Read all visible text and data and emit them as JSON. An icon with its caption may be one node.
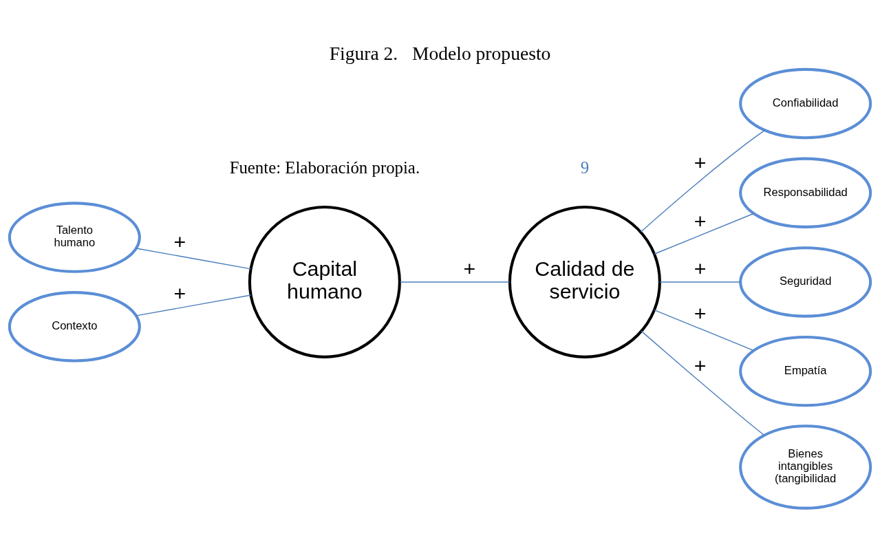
{
  "diagram": {
    "title": "Figura 2.   Modelo propuesto",
    "nodes": [
      {
        "text": [
          "Talento humano"
        ]
      },
      {
        "text": [
          "Contexto"
        ]
      },
      {
        "text": [
          "Capital humano"
        ]
      },
      {
        "text": [
          "Calidad de servicio"
        ]
      },
      {
        "text": [
          "Confiabilidad"
        ]
      },
      {
        "text": [
          "Responsabilidad"
        ]
      },
      {
        "text": [
          "Seguridad"
        ]
      },
      {
        "text": [
          "Empatía"
        ]
      },
      {
        "text": [
          "Bienes intangibles (tangibilidad"
        ]
      }
    ],
    "edges": [
      {
        "from": 0,
        "to": 2,
        "arrow": "none",
        "label": "+"
      },
      {
        "from": 1,
        "to": 2,
        "arrow": "none",
        "label": "+"
      },
      {
        "from": 2,
        "to": 3,
        "arrow": "none",
        "label": "+"
      },
      {
        "from": 3,
        "to": 4,
        "arrow": "none",
        "label": "+"
      },
      {
        "from": 3,
        "to": 5,
        "arrow": "none",
        "label": "+"
      },
      {
        "from": 3,
        "to": 6,
        "arrow": "none",
        "label": "+"
      },
      {
        "from": 3,
        "to": 7,
        "arrow": "none",
        "label": "+"
      },
      {
        "from": 3,
        "to": 8,
        "arrow": "none",
        "label": "+"
      }
    ],
    "labels": [
      "Fuente: Elaboración propia.",
      "9"
    ]
  }
}
